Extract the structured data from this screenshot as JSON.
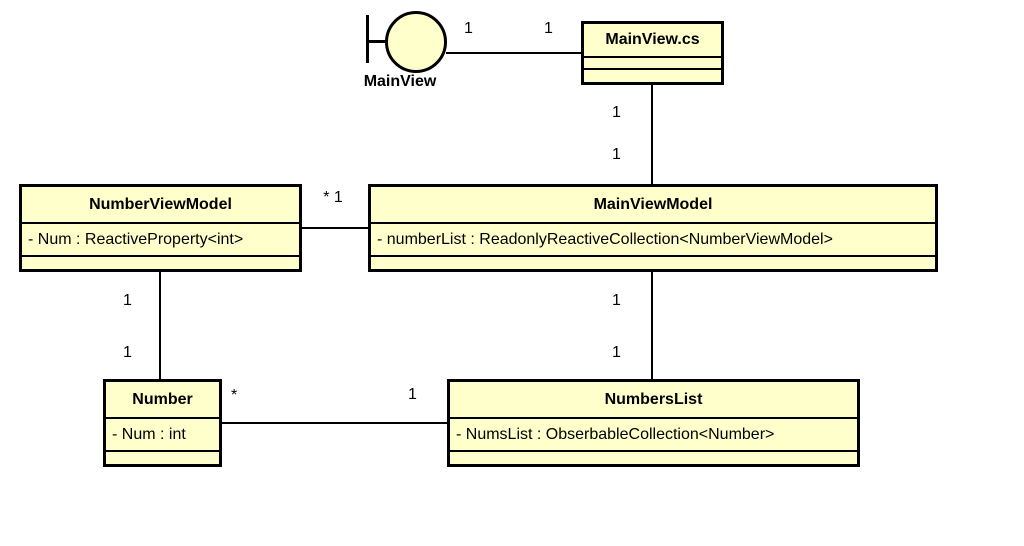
{
  "diagram": {
    "type": "uml-class-diagram",
    "colors": {
      "box_fill": "#FFFFCC",
      "box_border": "#000000",
      "background": "#FFFFFF",
      "text": "#000000"
    },
    "interface": {
      "label": "MainView"
    },
    "classes": [
      {
        "id": "mainview-cs",
        "name": "MainView.cs",
        "attributes": []
      },
      {
        "id": "numberviewmodel",
        "name": "NumberViewModel",
        "attributes": [
          "- Num : ReactiveProperty<int>"
        ]
      },
      {
        "id": "mainviewmodel",
        "name": "MainViewModel",
        "attributes": [
          "- numberList : ReadonlyReactiveCollection<NumberViewModel>"
        ]
      },
      {
        "id": "number",
        "name": "Number",
        "attributes": [
          "- Num : int"
        ]
      },
      {
        "id": "numberslist",
        "name": "NumbersList",
        "attributes": [
          "- NumsList : ObserbableCollection<Number>"
        ]
      }
    ],
    "associations": [
      {
        "from": "MainView",
        "to": "MainView.cs",
        "labels": [
          "1",
          "1"
        ]
      },
      {
        "from": "MainView.cs",
        "to": "MainViewModel",
        "labels": [
          "1",
          "1"
        ]
      },
      {
        "from": "NumberViewModel",
        "to": "MainViewModel",
        "labels": [
          "* 1"
        ]
      },
      {
        "from": "NumberViewModel",
        "to": "Number",
        "labels": [
          "1",
          "1"
        ]
      },
      {
        "from": "MainViewModel",
        "to": "NumbersList",
        "labels": [
          "1",
          "1"
        ]
      },
      {
        "from": "Number",
        "to": "NumbersList",
        "labels": [
          "*",
          "1"
        ]
      }
    ]
  }
}
